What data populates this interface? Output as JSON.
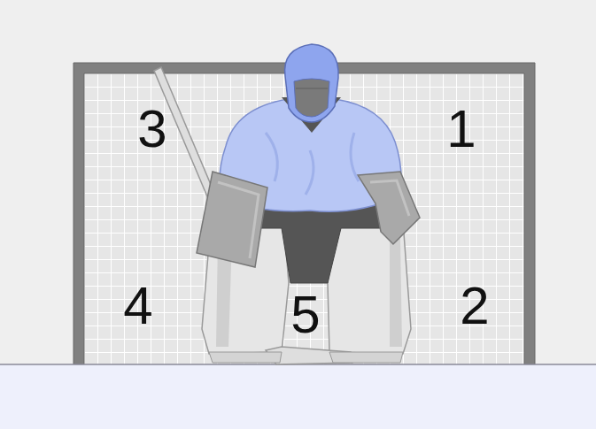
{
  "diagram": {
    "labels": [
      "3",
      "1",
      "4",
      "5",
      "2"
    ]
  }
}
